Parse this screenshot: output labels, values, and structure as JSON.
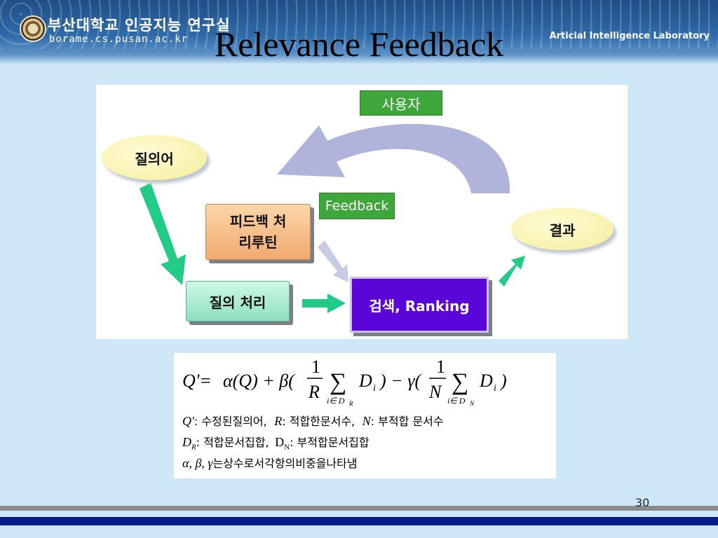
{
  "header": {
    "university_name": "부산대학교 인공지능 연구실",
    "url": "borame.cs.pusan.ac.kr",
    "lab_name": "Articial Intelligence Laboratory",
    "colors": {
      "banner": "#2f6aa8",
      "background": "#cfe8f8"
    }
  },
  "title": "Relevance Feedback",
  "diagram": {
    "user": "사용자",
    "query": "질의어",
    "feedback_label": "Feedback",
    "feedback_routine_line1": "피드백 처",
    "feedback_routine_line2": "리루틴",
    "result": "결과",
    "query_processing": "질의 처리",
    "search_ranking": "검색, Ranking",
    "colors": {
      "arrow": "#22cc88",
      "curve": "#a7acd6",
      "search_box": "#5a06d8"
    }
  },
  "formula": {
    "equation": {
      "lhs": "Q'=",
      "term1": "α(Q) + β(",
      "frac1_num": "1",
      "frac1_den": "R",
      "sum1_sub": "i∈ D",
      "sum1_subsub": "R",
      "d1": "D",
      "d1_sub": "i",
      "mid": ") − γ(",
      "frac2_num": "1",
      "frac2_den": "N",
      "sum2_sub": "i∈ D",
      "sum2_subsub": "N",
      "d2": "D",
      "d2_sub": "i",
      "end": ")"
    },
    "def1_q": "Q'",
    "def1_q_text": ": 수정된질의어,",
    "def1_r": "R",
    "def1_r_text": ": 적합한문서수,",
    "def1_n": "N",
    "def1_n_text": ": 부적합 문서수",
    "def2_dr": "D",
    "def2_dr_sub": "R",
    "def2_dr_text": ": 적합문서집합,",
    "def2_dn": "D",
    "def2_dn_sub": "N",
    "def2_dn_text": ": 부적합문서집합",
    "def3_symbols": "α, β, γ",
    "def3_text": "는상수로서각항의비중을나타냄"
  },
  "page_number": "30"
}
